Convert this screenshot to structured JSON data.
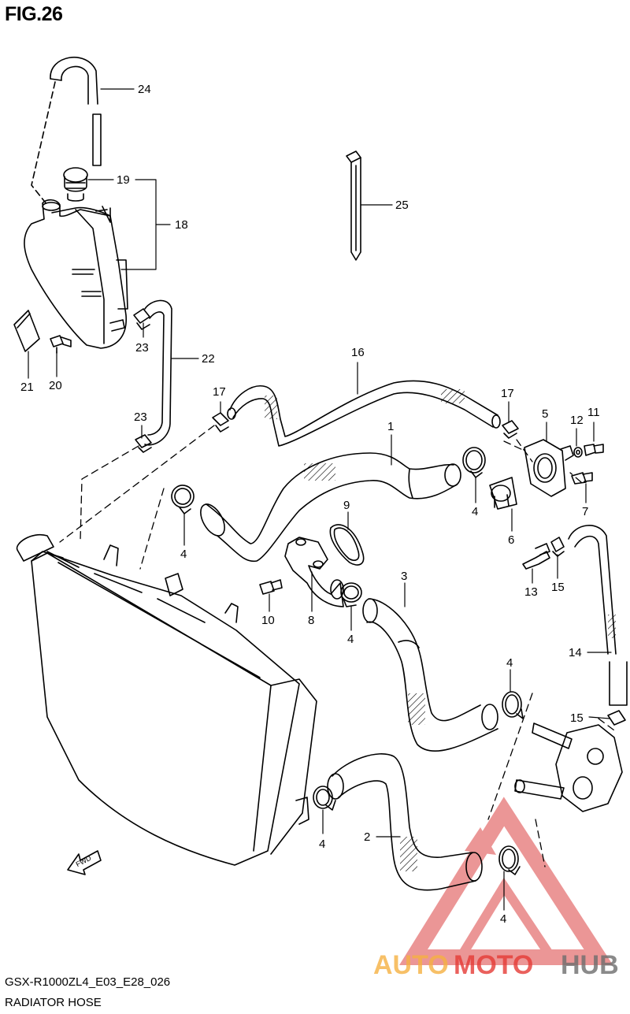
{
  "figure": {
    "title": "FIG.26",
    "model_code": "GSX-R1000ZL4_E03_E28_026",
    "name": "RADIATOR HOSE"
  },
  "parts": [
    {
      "ref": "1",
      "item": "hose-1"
    },
    {
      "ref": "2",
      "item": "hose-2"
    },
    {
      "ref": "3",
      "item": "hose-3"
    },
    {
      "ref": "4",
      "item": "clamp"
    },
    {
      "ref": "5",
      "item": "thermostat-cover"
    },
    {
      "ref": "6",
      "item": "thermostat"
    },
    {
      "ref": "7",
      "item": "bolt"
    },
    {
      "ref": "8",
      "item": "outlet-pipe"
    },
    {
      "ref": "9",
      "item": "o-ring"
    },
    {
      "ref": "10",
      "item": "bolt"
    },
    {
      "ref": "11",
      "item": "bolt"
    },
    {
      "ref": "12",
      "item": "washer"
    },
    {
      "ref": "13",
      "item": "bolt"
    },
    {
      "ref": "14",
      "item": "hose"
    },
    {
      "ref": "15",
      "item": "clip"
    },
    {
      "ref": "16",
      "item": "hose"
    },
    {
      "ref": "17",
      "item": "clip"
    },
    {
      "ref": "18",
      "item": "reservoir-tank"
    },
    {
      "ref": "19",
      "item": "cap"
    },
    {
      "ref": "20",
      "item": "bolt"
    },
    {
      "ref": "21",
      "item": "label"
    },
    {
      "ref": "22",
      "item": "hose"
    },
    {
      "ref": "23",
      "item": "clip"
    },
    {
      "ref": "24",
      "item": "breather-hose"
    },
    {
      "ref": "25",
      "item": "cable-tie"
    }
  ],
  "callouts": [
    {
      "id": "c24",
      "text": "24"
    },
    {
      "id": "c19",
      "text": "19"
    },
    {
      "id": "c25",
      "text": "25"
    },
    {
      "id": "c18",
      "text": "18"
    },
    {
      "id": "c23a",
      "text": "23"
    },
    {
      "id": "c22",
      "text": "22"
    },
    {
      "id": "c21",
      "text": "21"
    },
    {
      "id": "c20",
      "text": "20"
    },
    {
      "id": "c16",
      "text": "16"
    },
    {
      "id": "c17a",
      "text": "17"
    },
    {
      "id": "c17b",
      "text": "17"
    },
    {
      "id": "c23b",
      "text": "23"
    },
    {
      "id": "c1",
      "text": "1"
    },
    {
      "id": "c5",
      "text": "5"
    },
    {
      "id": "c12",
      "text": "12"
    },
    {
      "id": "c11",
      "text": "11"
    },
    {
      "id": "c4a",
      "text": "4"
    },
    {
      "id": "c4b",
      "text": "4"
    },
    {
      "id": "c9",
      "text": "9"
    },
    {
      "id": "c7",
      "text": "7"
    },
    {
      "id": "c6",
      "text": "6"
    },
    {
      "id": "c3",
      "text": "3"
    },
    {
      "id": "c13",
      "text": "13"
    },
    {
      "id": "c15a",
      "text": "15"
    },
    {
      "id": "c10",
      "text": "10"
    },
    {
      "id": "c8",
      "text": "8"
    },
    {
      "id": "c4c",
      "text": "4"
    },
    {
      "id": "c14",
      "text": "14"
    },
    {
      "id": "c4d",
      "text": "4"
    },
    {
      "id": "c15b",
      "text": "15"
    },
    {
      "id": "c4e",
      "text": "4"
    },
    {
      "id": "c2",
      "text": "2"
    },
    {
      "id": "c4f",
      "text": "4"
    }
  ],
  "direction_marker": {
    "text": "FWD"
  },
  "watermark": {
    "text_part1": "AUTO",
    "text_part2": "MOTO",
    "text_part3": "HUB",
    "color_red": "#e53935",
    "color_orange": "#f5b041",
    "color_grey": "#6d6d6d"
  }
}
